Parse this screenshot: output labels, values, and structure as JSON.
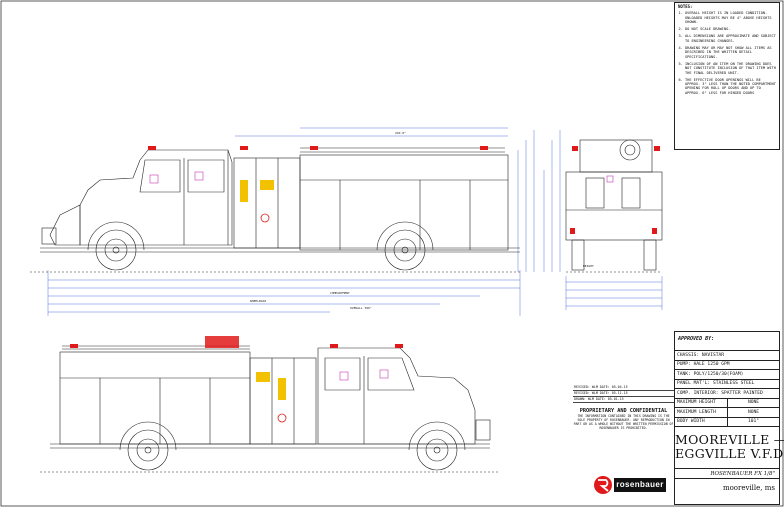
{
  "notes": {
    "header": "NOTES:",
    "items": [
      "OVERALL HEIGHT IS IN LOADED CONDITION. UNLOADED HEIGHTS MAY BE 4\" ABOVE HEIGHTS SHOWN.",
      "DO NOT SCALE DRAWING.",
      "ALL DIMENSIONS ARE APPROXIMATE AND SUBJECT TO ENGINEERING CHANGES.",
      "DRAWING MAY OR MAY NOT SHOW ALL ITEMS AS DESCRIBED IN THE WRITTEN DETAIL SPECIFICATIONS.",
      "INCLUSION OF AN ITEM ON THE DRAWING DOES NOT CONSTITUTE INCLUSION OF THAT ITEM WITH THE FINAL DELIVERED UNIT.",
      "THE EFFECTIVE DOOR OPENINGS WILL BE APPROX. 3\" LESS THAN THE NOTED COMPARTMENT OPENING FOR ROLL UP DOORS AND UP TO APPROX. 6\" LESS FOR HINGED DOORS"
    ]
  },
  "title_block": {
    "approved_by": "APPROVED BY:",
    "chassis": "CHASSIS: NAVISTAR",
    "pump": "PUMP: HALE 1250 GPM",
    "tank": "TANK: POLY/1250/30(FOAM)",
    "panel": "PANEL MAT'L: STAINLESS STEEL",
    "comp_interior": "COMP. INTERIOR: SPATTER PAINTED",
    "max_height_label": "MAXIMUM HEIGHT",
    "max_height_value": "NONE",
    "max_length_label": "MAXIMUM LENGTH",
    "max_length_value": "NONE",
    "body_width_label": "BODY WIDTH",
    "body_width_value": "101\"",
    "customer_line1": "MOOREVILLE —",
    "customer_line2": "EGGVILLE V.F.D., MS",
    "model": "ROSENBAUER FX 1/8\"",
    "location": "mooreville, ms"
  },
  "proprietary": {
    "heading": "PROPRIETARY AND CONFIDENTIAL",
    "body": "THE INFORMATION CONTAINED IN THIS DRAWING IS THE SOLE PROPERTY OF ROSENBAUER. ANY REPRODUCTION IN PART OR AS A WHOLE WITHOUT THE WRITTEN PERMISSION OF ROSENBAUER IS PROHIBITED."
  },
  "revisions": [
    "REVISED: WLM DATE: 05-04-15",
    "REVISED: WLM DATE: 05-11-15",
    "DRAWN: WLM DATE: 05-01-15"
  ],
  "logo": {
    "text": "rosenbauer"
  },
  "dimension_labels": {
    "side_top_overall": "240.0\"",
    "side_bottom_overall": "OVERALL 396\"",
    "wheelbase": "WHEELBASE",
    "compartment": "COMPARTMENT",
    "rear_view_height": "HEIGHT"
  },
  "colors": {
    "line": "#222222",
    "warning_red": "#e01a1a",
    "amber": "#f2c100",
    "magenta": "#c03ab0",
    "blue_dim": "#2a4fd8"
  }
}
